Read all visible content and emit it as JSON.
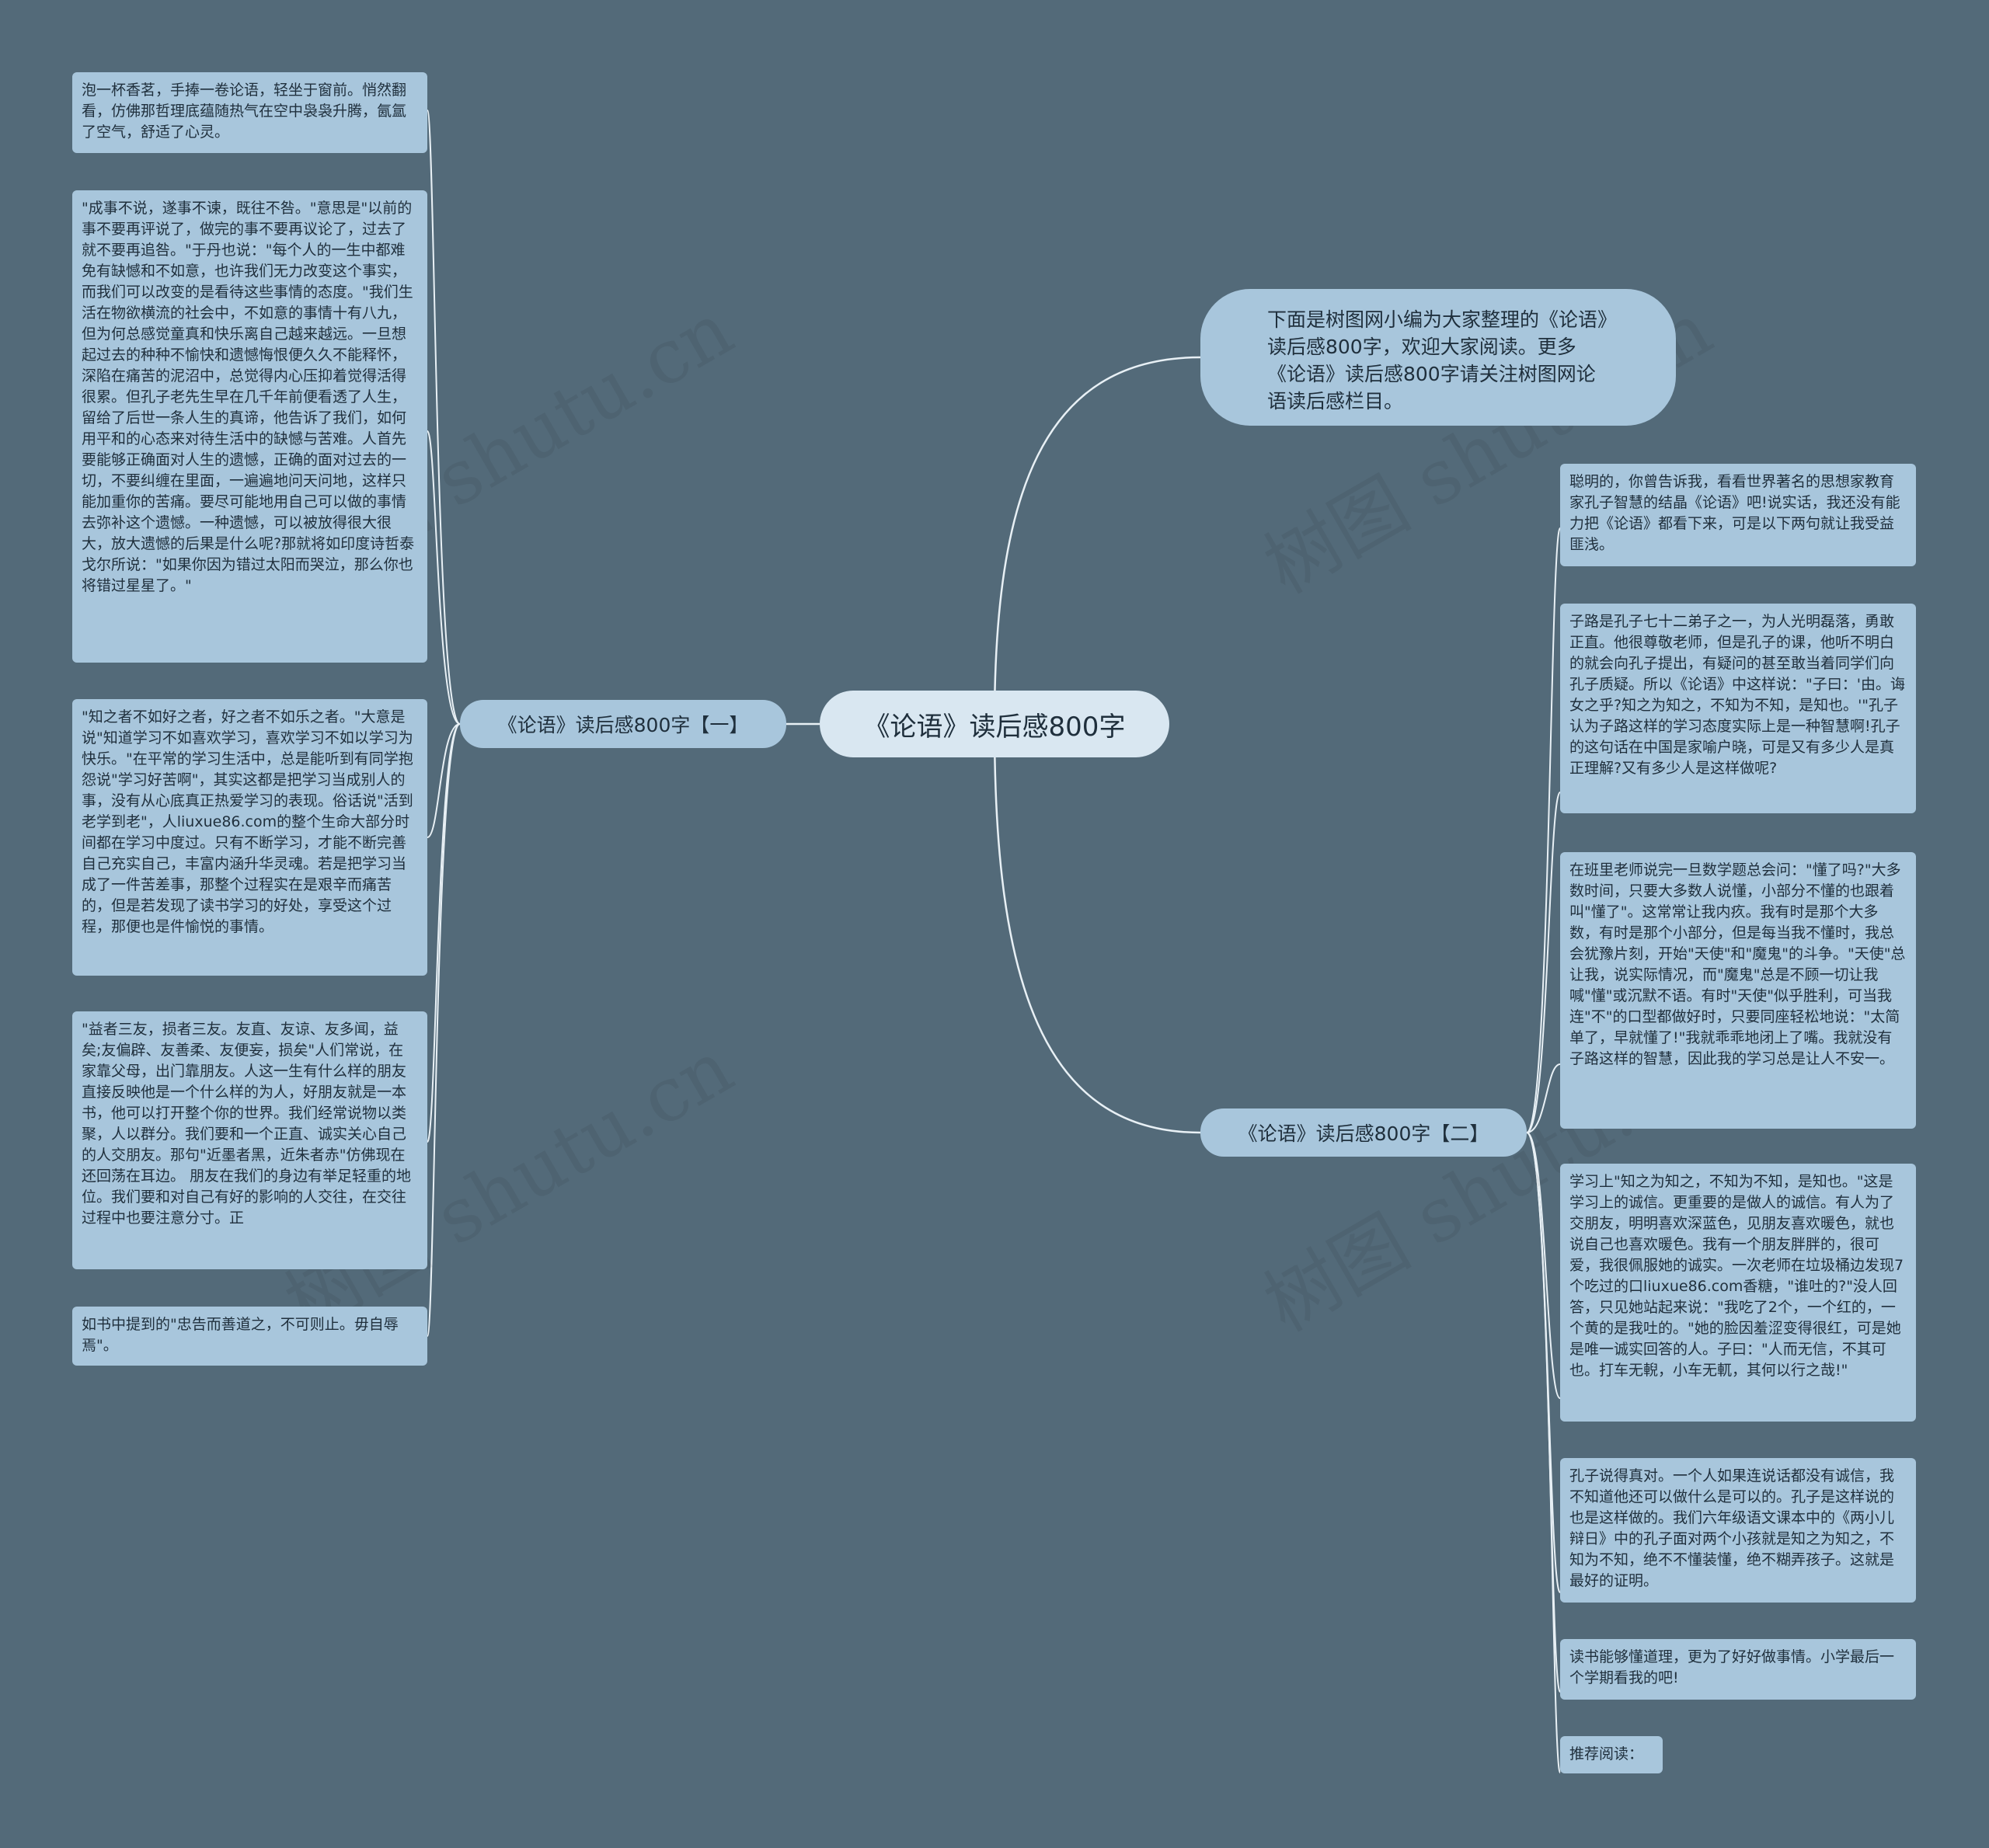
{
  "root": {
    "label": "《论语》读后感800字"
  },
  "intro": {
    "text": "下面是树图网小编为大家整理的《论语》读后感800字，欢迎大家阅读。更多《论语》读后感800字请关注树图网论语读后感栏目。"
  },
  "branches": [
    {
      "label": "《论语》读后感800字【一】",
      "leaves": [
        "泡一杯香茗，手捧一卷论语，轻坐于窗前。悄然翻看，仿佛那哲理底蕴随热气在空中袅袅升腾，氤氲了空气，舒适了心灵。",
        "\"成事不说，遂事不谏，既往不咎。\"意思是\"以前的事不要再评说了，做完的事不要再议论了，过去了就不要再追咎。\"于丹也说：\"每个人的一生中都难免有缺憾和不如意，也许我们无力改变这个事实，而我们可以改变的是看待这些事情的态度。\"我们生活在物欲横流的社会中，不如意的事情十有八九，但为何总感觉童真和快乐离自己越来越远。一旦想起过去的种种不愉快和遗憾悔恨便久久不能释怀，深陷在痛苦的泥沼中，总觉得内心压抑着觉得活得很累。但孔子老先生早在几千年前便看透了人生，留给了后世一条人生的真谛，他告诉了我们，如何用平和的心态来对待生活中的缺憾与苦难。人首先要能够正确面对人生的遗憾，正确的面对过去的一切，不要纠缠在里面，一遍遍地问天问地，这样只能加重你的苦痛。要尽可能地用自己可以做的事情去弥补这个遗憾。一种遗憾，可以被放得很大很大，放大遗憾的后果是什么呢?那就将如印度诗哲泰戈尔所说：\"如果你因为错过太阳而哭泣，那么你也将错过星星了。\"",
        "\"知之者不如好之者，好之者不如乐之者。\"大意是说\"知道学习不如喜欢学习，喜欢学习不如以学习为快乐。\"在平常的学习生活中，总是能听到有同学抱怨说\"学习好苦啊\"，其实这都是把学习当成别人的事，没有从心底真正热爱学习的表现。俗话说\"活到老学到老\"，人liuxue86.com的整个生命大部分时间都在学习中度过。只有不断学习，才能不断完善自己充实自己，丰富内涵升华灵魂。若是把学习当成了一件苦差事，那整个过程实在是艰辛而痛苦的，但是若发现了读书学习的好处，享受这个过程，那便也是件愉悦的事情。",
        "\"益者三友，损者三友。友直、友谅、友多闻，益矣;友偏辟、友善柔、友便妄，损矣\"人们常说，在家靠父母，出门靠朋友。人这一生有什么样的朋友直接反映他是一个什么样的为人，好朋友就是一本书，他可以打开整个你的世界。我们经常说物以类聚，人以群分。我们要和一个正直、诚实关心自己的人交朋友。那句\"近墨者黑，近朱者赤\"仿佛现在还回荡在耳边。 朋友在我们的身边有举足轻重的地位。我们要和对自己有好的影响的人交往，在交往过程中也要注意分寸。正",
        "如书中提到的\"忠告而善道之，不可则止。毋自辱焉\"。"
      ]
    },
    {
      "label": "《论语》读后感800字【二】",
      "leaves": [
        "聪明的，你曾告诉我，看看世界著名的思想家教育家孔子智慧的结晶《论语》吧!说实话，我还没有能力把《论语》都看下来，可是以下两句就让我受益匪浅。",
        "子路是孔子七十二弟子之一，为人光明磊落，勇敢正直。他很尊敬老师，但是孔子的课，他听不明白的就会向孔子提出，有疑问的甚至敢当着同学们向孔子质疑。所以《论语》中这样说：\"子曰：'由。诲女之乎?知之为知之，不知为不知，是知也。'\"孔子认为子路这样的学习态度实际上是一种智慧啊!孔子的这句话在中国是家喻户晓，可是又有多少人是真正理解?又有多少人是这样做呢?",
        "在班里老师说完一旦数学题总会问：\"懂了吗?\"大多数时间，只要大多数人说懂，小部分不懂的也跟着叫\"懂了\"。这常常让我内疚。我有时是那个大多数，有时是那个小部分，但是每当我不懂时，我总会犹豫片刻，开始\"天使\"和\"魔鬼\"的斗争。\"天使\"总让我，说实际情况，而\"魔鬼\"总是不顾一切让我喊\"懂\"或沉默不语。有时\"天使\"似乎胜利，可当我连\"不\"的口型都做好时，只要同座轻松地说：\"太简单了，早就懂了!\"我就乖乖地闭上了嘴。我就没有子路这样的智慧，因此我的学习总是让人不安一。",
        "学习上\"知之为知之，不知为不知，是知也。\"这是学习上的诚信。更重要的是做人的诚信。有人为了交朋友，明明喜欢深蓝色，见朋友喜欢暖色，就也说自己也喜欢暖色。我有一个朋友胖胖的，很可爱，我很佩服她的诚实。一次老师在垃圾桶边发现7个吃过的口liuxue86.com香糖，\"谁吐的?\"没人回答，只见她站起来说：\"我吃了2个，一个红的，一个黄的是我吐的。\"她的脸因羞涩变得很红，可是她是唯一诚实回答的人。子曰：\"人而无信，不其可也。打车无輗，小车无軏，其何以行之哉!\"",
        "孔子说得真对。一个人如果连说话都没有诚信，我不知道他还可以做什么是可以的。孔子是这样说的也是这样做的。我们六年级语文课本中的《两小儿辩日》中的孔子面对两个小孩就是知之为知之，不知为不知，绝不不懂装懂，绝不糊弄孩子。这就是最好的证明。",
        "读书能够懂道理，更为了好好做事情。小学最后一个学期看我的吧!",
        "推荐阅读："
      ]
    }
  ],
  "watermarks": [
    "树图 shutu.cn",
    "树图 shutu.cn",
    "树图 shutu.cn",
    "树图 shutu.cn"
  ],
  "colors": {
    "background": "#536a79",
    "root": "#d9e7f1",
    "node": "#a8c6dc",
    "line": "#e8f0f5"
  }
}
